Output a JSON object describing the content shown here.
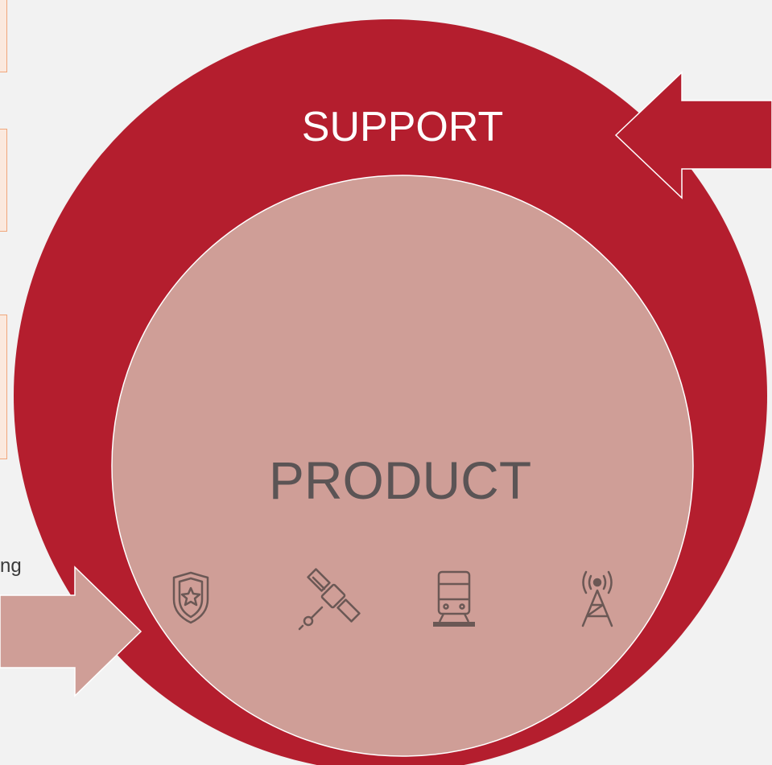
{
  "diagram": {
    "outer_label": "SUPPORT",
    "inner_label": "PRODUCT",
    "left_text": "ng",
    "colors": {
      "background": "#f2f2f2",
      "outer_circle": "#b41e2e",
      "inner_circle": "#cf9e97",
      "icon_stroke": "#6b5855",
      "card_fill": "#fbe9de",
      "card_border": "#f0a77c"
    },
    "icons": [
      "police-badge-icon",
      "satellite-icon",
      "train-icon",
      "radio-tower-icon"
    ]
  }
}
